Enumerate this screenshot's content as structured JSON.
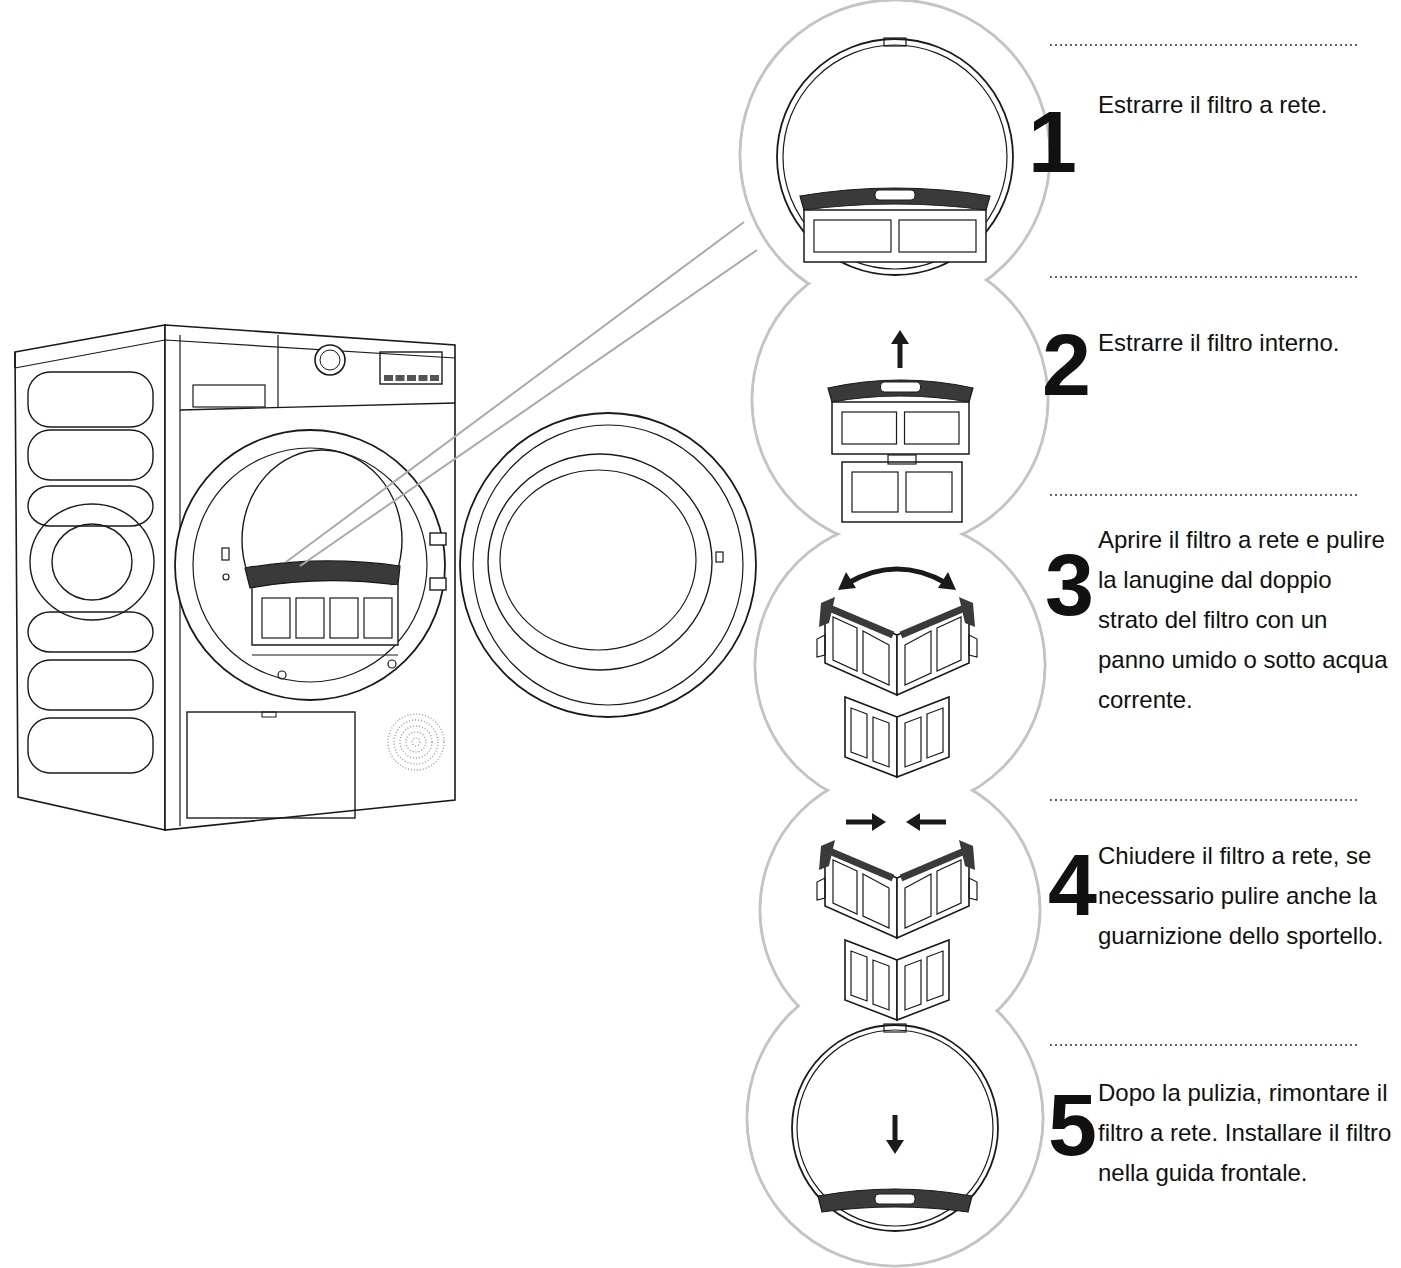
{
  "diagram": {
    "labels": [
      "1",
      "Estrarre il filtro a rete.",
      "2",
      "Estrarre il filtro interno.",
      "3",
      "Aprire il filtro a rete e pulire la lanugine dal doppio strato del filtro con un panno umido o sotto acqua corrente.",
      "4",
      "Chiudere il filtro a rete, se necessario pulire anche la guarnizione dello sportello.",
      "5",
      "Dopo la pulizia, rimontare il filtro a rete. Installare il filtro nella guida frontale."
    ]
  }
}
